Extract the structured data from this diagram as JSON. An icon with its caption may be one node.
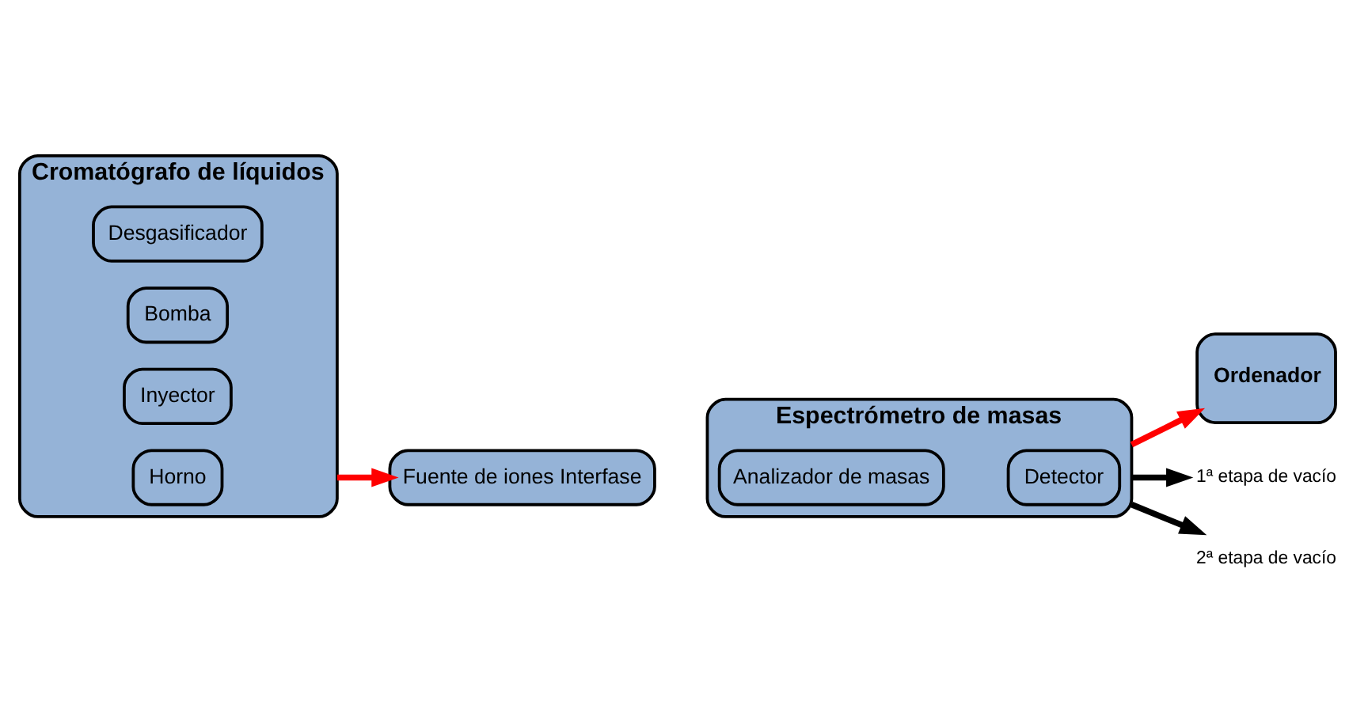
{
  "diagram": {
    "nodes": [
      {
        "text": [
          "Cromatógrafo de líquidos"
        ]
      },
      {
        "text": [
          "Desgasificador"
        ],
        "in": 0
      },
      {
        "text": [
          "Bomba"
        ],
        "in": 0
      },
      {
        "text": [
          "Inyector"
        ],
        "in": 0
      },
      {
        "text": [
          "Horno"
        ],
        "in": 0
      },
      {
        "text": [
          "Espectrómetro de masas"
        ]
      },
      {
        "text": [
          "Fuente de iones Interfase"
        ]
      },
      {
        "text": [
          "Analizador de masas"
        ],
        "in": 5
      },
      {
        "text": [
          "Detector"
        ],
        "in": 5
      },
      {
        "text": [
          "Ordenador"
        ]
      },
      {
        "text": [
          "1ª etapa de vacío"
        ]
      },
      {
        "text": [
          "2ª etapa de vacío"
        ]
      }
    ],
    "edges": [
      {
        "from": 0,
        "to": 6,
        "arrow": "to",
        "color": "#ff0000"
      },
      {
        "from": 5,
        "to": 9,
        "arrow": "to",
        "color": "#ff0000"
      },
      {
        "from": 5,
        "to": 10,
        "arrow": "to",
        "color": "#000000"
      },
      {
        "from": 5,
        "to": 11,
        "arrow": "to",
        "color": "#000000"
      }
    ]
  }
}
